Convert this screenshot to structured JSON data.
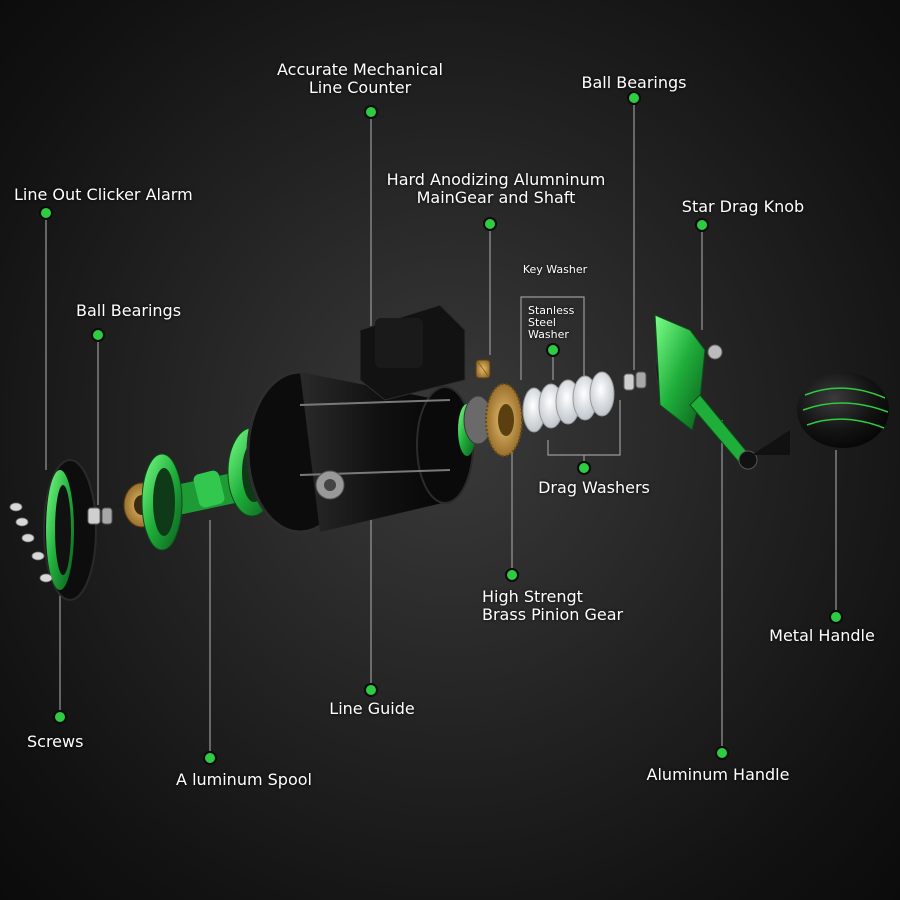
{
  "theme": {
    "background": "#1a1a1a",
    "accent_green": "#2ecc40",
    "callout_line": "#9a9a9a",
    "label_text": "#ffffff"
  },
  "labels": {
    "line_counter": "Accurate Mechanical\nLine Counter",
    "ball_bearings_top": "Ball Bearings",
    "main_gear": "Hard Anodizing Alumninum\nMainGear and Shaft",
    "clicker_alarm": "Line Out Clicker Alarm",
    "star_drag": "Star Drag Knob",
    "key_washer": "Key Washer",
    "ball_bearings_left": "Ball Bearings",
    "steel_washer": "Stanless\nSteel\nWasher",
    "drag_washers": "Drag Washers",
    "pinion_gear": "High Strengt\nBrass Pinion Gear",
    "metal_handle": "Metal Handle",
    "line_guide": "Line Guide",
    "screws": "Screws",
    "spool": "A luminum Spool",
    "aluminum_handle": "Aluminum Handle"
  },
  "icons": {
    "callout_dot": "green-dot-icon"
  }
}
